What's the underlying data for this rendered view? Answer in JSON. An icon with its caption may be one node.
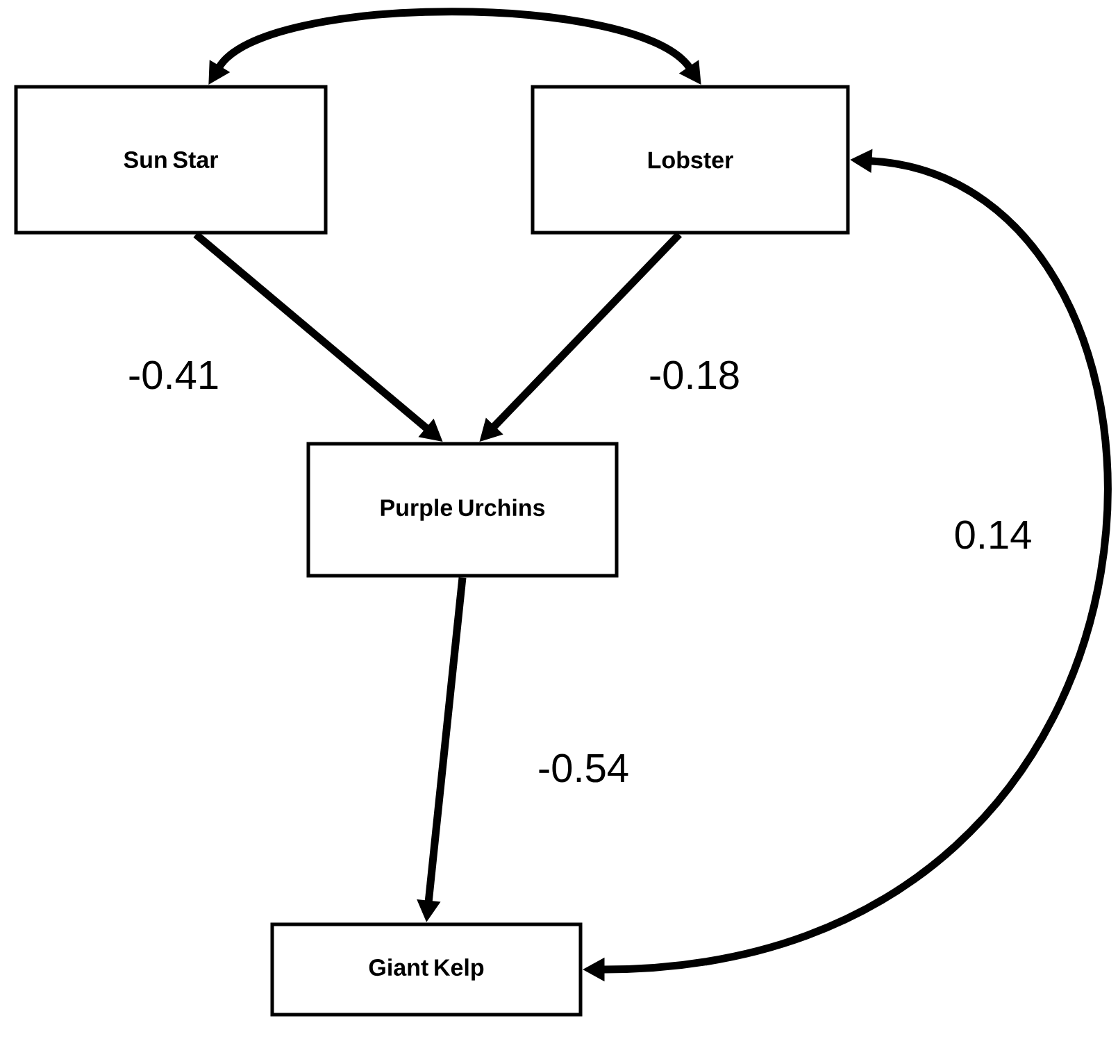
{
  "diagram": {
    "nodes": [
      {
        "text": [
          "Sun Star"
        ]
      },
      {
        "text": [
          "Lobster"
        ]
      },
      {
        "text": [
          "Purple Urchins"
        ]
      },
      {
        "text": [
          "Giant Kelp"
        ]
      }
    ],
    "edges": [
      {
        "from": 0,
        "to": 2,
        "arrow": "to",
        "label": "-0.41"
      },
      {
        "from": 1,
        "to": 2,
        "arrow": "to",
        "label": "-0.18"
      },
      {
        "from": 2,
        "to": 3,
        "arrow": "to",
        "label": "-0.54"
      },
      {
        "from": 0,
        "to": 1,
        "arrow": "both"
      },
      {
        "from": 1,
        "to": 3,
        "arrow": "both",
        "label": "0.14"
      }
    ]
  }
}
